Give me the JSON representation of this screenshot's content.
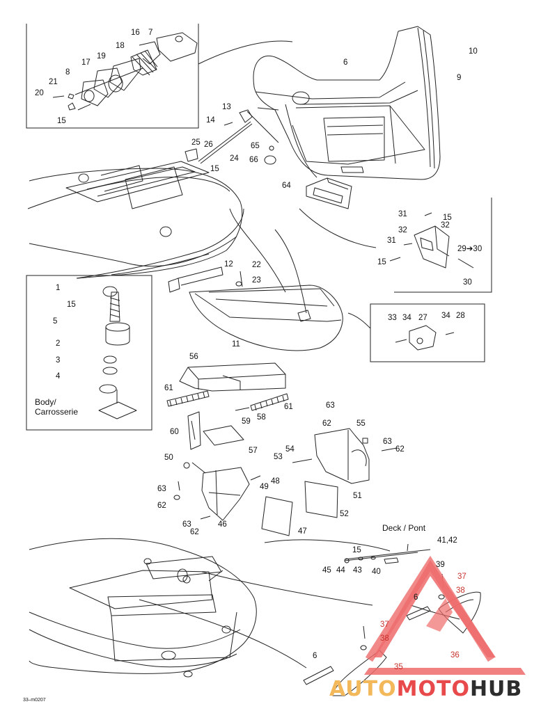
{
  "diagram": {
    "labels_black": [
      "16",
      "7",
      "18",
      "19",
      "17",
      "8",
      "21",
      "20",
      "15",
      "10",
      "6",
      "9",
      "13",
      "14",
      "25",
      "26",
      "15",
      "24",
      "65",
      "66",
      "64",
      "31",
      "15",
      "32",
      "32",
      "31",
      "15",
      "29➔30",
      "30",
      "12",
      "22",
      "23",
      "11",
      "1",
      "15",
      "5",
      "2",
      "3",
      "4",
      "33",
      "34",
      "27",
      "34",
      "28",
      "56",
      "61",
      "61",
      "59",
      "58",
      "60",
      "57",
      "63",
      "62",
      "55",
      "63",
      "62",
      "54",
      "53",
      "51",
      "52",
      "50",
      "49",
      "48",
      "63",
      "62",
      "46",
      "63",
      "62",
      "47",
      "15",
      "45",
      "44",
      "43",
      "40",
      "39",
      "6",
      "6"
    ],
    "labels_red": [
      "37",
      "38",
      "36",
      "37",
      "38",
      "35"
    ],
    "body_caption": "Body/\nCarrosserie",
    "body_line1": "Body/",
    "body_line2": "Carrosserie",
    "deck_caption": "Deck / Pont",
    "arrow_label": "41,42",
    "drawing_code": "33⎯m0207"
  },
  "watermark": {
    "part_a": "AUTO",
    "part_b": "MOTO",
    "part_c": "HUB",
    "color_a": "#f3b85a",
    "color_b": "#e8494a",
    "color_c": "#2d2d2d",
    "triangle_color": "#ef6b6b"
  }
}
